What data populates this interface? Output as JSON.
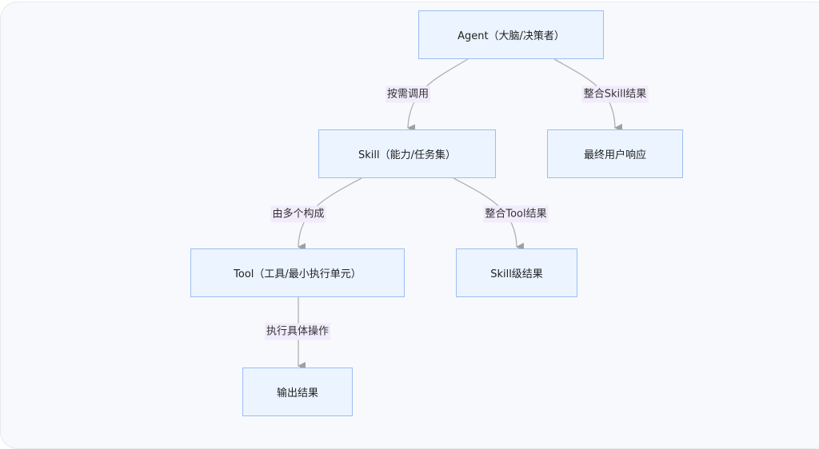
{
  "diagram": {
    "type": "flowchart",
    "direction": "top-down",
    "colors": {
      "node_fill": "#ebf4ff",
      "node_border": "#9dbdf2",
      "edge": "#a8a8a8",
      "label_bg": "#f1ebfb",
      "background": "#f8f9fc"
    },
    "nodes": [
      {
        "id": "agent",
        "label": "Agent（大脑/决策者）"
      },
      {
        "id": "skill",
        "label": "Skill（能力/任务集）"
      },
      {
        "id": "final",
        "label": "最终用户响应"
      },
      {
        "id": "tool",
        "label": "Tool（工具/最小执行单元）"
      },
      {
        "id": "skill_result",
        "label": "Skill级结果"
      },
      {
        "id": "output",
        "label": "输出结果"
      }
    ],
    "edges": [
      {
        "from": "agent",
        "to": "skill",
        "label": "按需调用"
      },
      {
        "from": "agent",
        "to": "final",
        "label": "整合Skill结果"
      },
      {
        "from": "skill",
        "to": "tool",
        "label": "由多个构成"
      },
      {
        "from": "skill",
        "to": "skill_result",
        "label": "整合Tool结果"
      },
      {
        "from": "tool",
        "to": "output",
        "label": "执行具体操作"
      }
    ]
  }
}
